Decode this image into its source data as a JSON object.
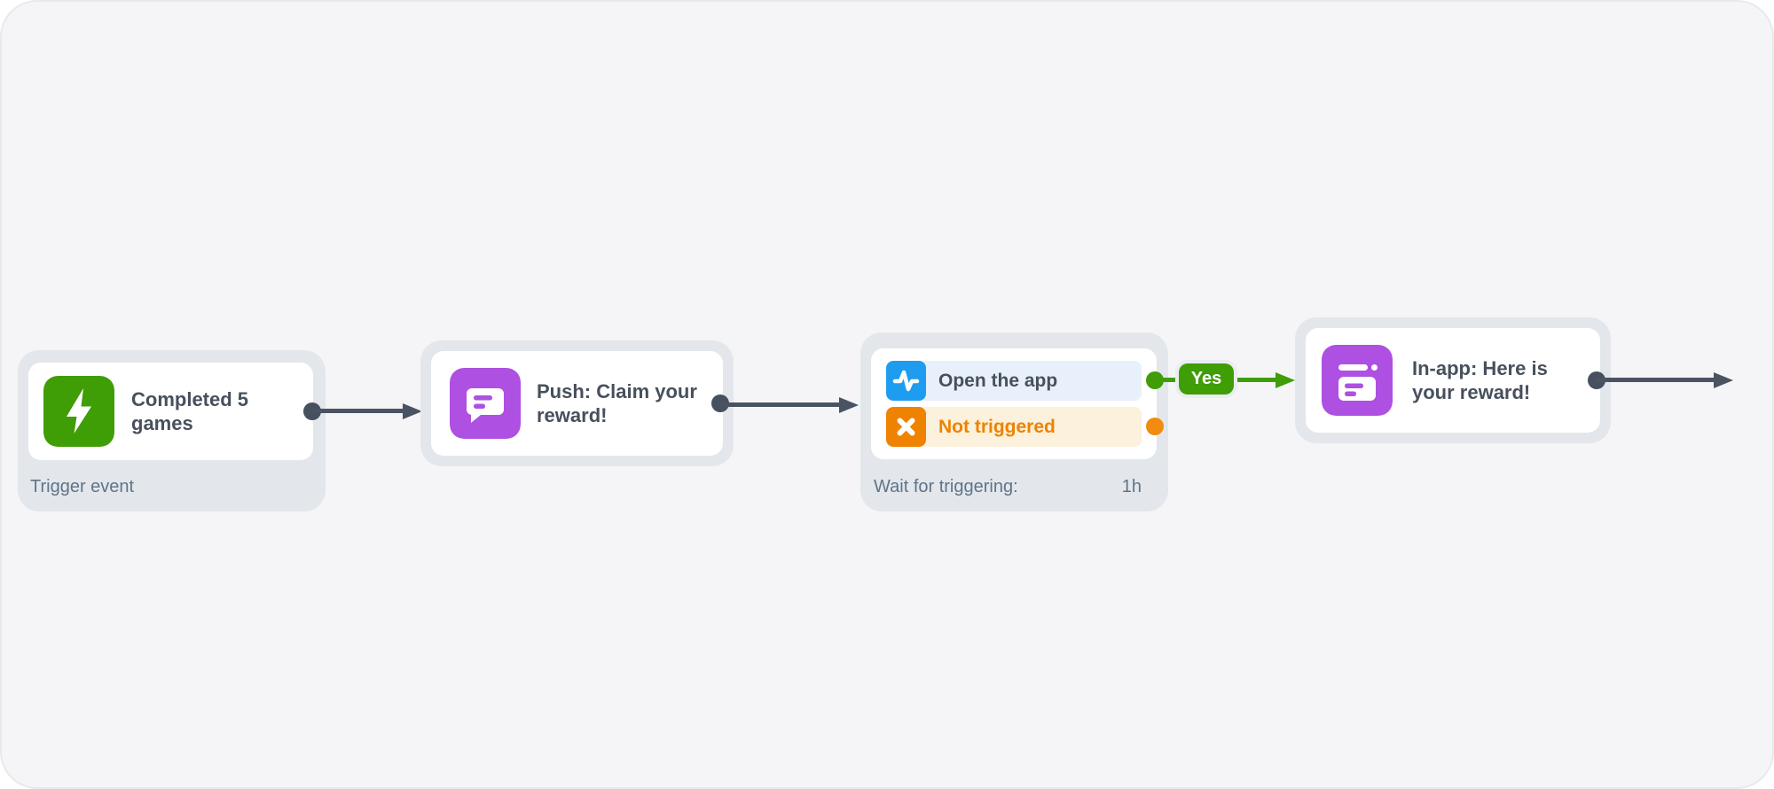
{
  "flow": {
    "nodes": [
      {
        "type": "trigger-event",
        "title": "Completed 5 games",
        "footer": "Trigger event",
        "icon": "lightning-icon",
        "icon_color": "#3F9D06"
      },
      {
        "type": "push-message",
        "title": "Push: Claim your reward!",
        "icon": "push-message-icon",
        "icon_color": "#AE50E2"
      },
      {
        "type": "wait-for-trigger",
        "rows": [
          {
            "label": "Open the app",
            "icon": "activity-pulse-icon",
            "icon_color": "#1E9CF0",
            "row_bg": "#E8F1FB",
            "outcome": "triggered"
          },
          {
            "label": "Not triggered",
            "icon": "x-cross-icon",
            "icon_color": "#EF8200",
            "row_bg": "#FBF1DC",
            "outcome": "not-triggered"
          }
        ],
        "footer_label": "Wait for triggering:",
        "footer_value": "1h"
      },
      {
        "type": "inapp-message",
        "title": "In-app: Here is your reward!",
        "icon": "inapp-message-icon",
        "icon_color": "#AE50E2"
      }
    ],
    "edge_labels": {
      "yes": "Yes"
    },
    "colors": {
      "canvas_bg": "#F5F5F7",
      "node_outer": "#E3E7EB",
      "arrow_dark": "#4A5362",
      "green": "#3F9D06",
      "purple": "#AE50E2",
      "blue": "#1E9CF0",
      "orange": "#EF8200",
      "title_text": "#47505C",
      "footer_text": "#5F7489"
    }
  }
}
